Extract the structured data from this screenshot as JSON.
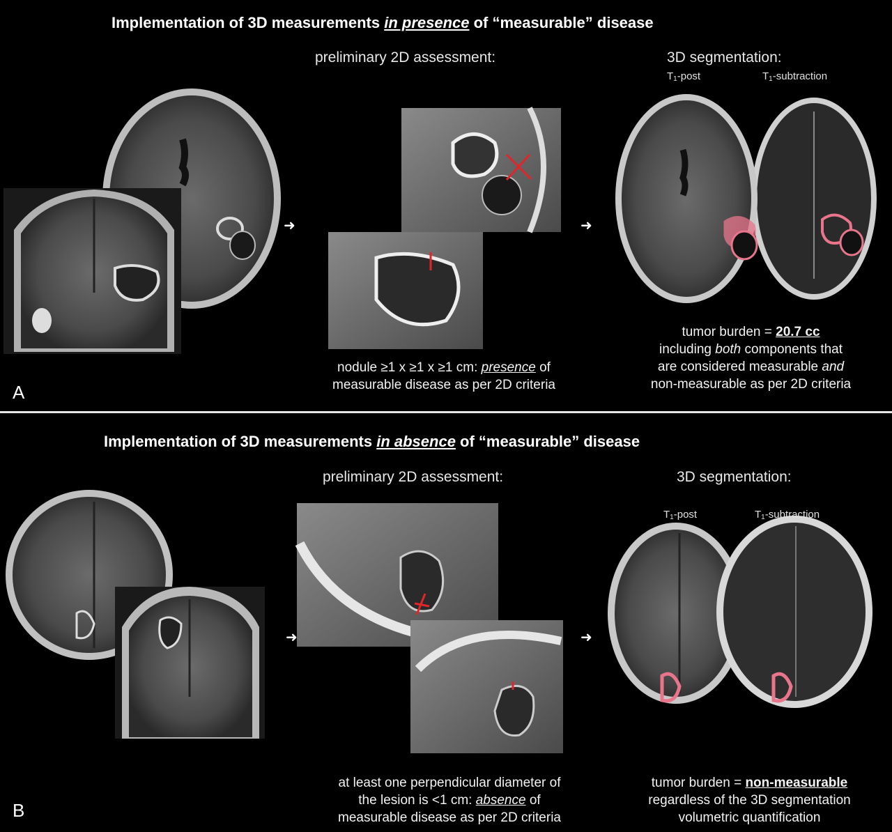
{
  "panelA": {
    "letter": "A",
    "title_pre": "Implementation of 3D measurements ",
    "title_emph": "in presence",
    "title_post": " of “measurable” disease",
    "assess_label": "preliminary 2D assessment:",
    "seg_label": "3D segmentation:",
    "seq1_pre": "T",
    "seq1_sub": "1",
    "seq1_post": "-post",
    "seq2_pre": "T",
    "seq2_sub": "1",
    "seq2_post": "-subtraction",
    "assess_caption_line1_pre": "nodule ≥1 x ≥1 x ≥1 cm: ",
    "assess_caption_line1_emph": "presence",
    "assess_caption_line1_post": " of",
    "assess_caption_line2": "measurable disease as per 2D criteria",
    "burden_pre": "tumor burden = ",
    "burden_value": "20.7 cc",
    "burden_line2_pre": "including ",
    "burden_line2_emph": "both",
    "burden_line2_post": " components that",
    "burden_line3_pre": "are considered measurable ",
    "burden_line3_emph": "and",
    "burden_line4": "non-measurable as per 2D criteria"
  },
  "panelB": {
    "letter": "B",
    "title_pre": "Implementation of 3D measurements ",
    "title_emph": "in absence",
    "title_post": " of “measurable” disease",
    "assess_label": "preliminary 2D assessment:",
    "seg_label": "3D segmentation:",
    "seq1_pre": "T",
    "seq1_sub": "1",
    "seq1_post": "-post",
    "seq2_pre": "T",
    "seq2_sub": "1",
    "seq2_post": "-subtraction",
    "assess_caption_line1": "at least one perpendicular diameter of",
    "assess_caption_line2_pre": "the lesion is <1 cm: ",
    "assess_caption_line2_emph": "absence",
    "assess_caption_line2_post": " of",
    "assess_caption_line3": "measurable disease as per 2D criteria",
    "burden_pre": "tumor burden = ",
    "burden_value": "non-measurable",
    "burden_line2": "regardless of the 3D segmentation",
    "burden_line3": "volumetric quantification"
  },
  "arrow_glyph": "➜",
  "colors": {
    "background": "#000000",
    "annotation_red": "#e0262b",
    "segmentation_pink": "#e8758c"
  }
}
